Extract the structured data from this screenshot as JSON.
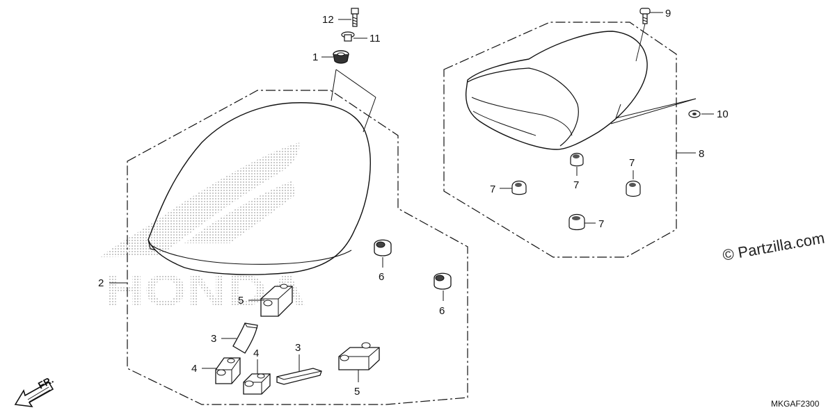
{
  "callouts": {
    "c1": "1",
    "c2": "2",
    "c3a": "3",
    "c3b": "3",
    "c4a": "4",
    "c4b": "4",
    "c5a": "5",
    "c5b": "5",
    "c6a": "6",
    "c6b": "6",
    "c7a": "7",
    "c7b": "7",
    "c7c": "7",
    "c7d": "7",
    "c8": "8",
    "c9": "9",
    "c10": "10",
    "c11": "11",
    "c12": "12"
  },
  "diagram_code": "MKGAF2300",
  "copyright": "© Partzilla.com",
  "direction_label": "FR.",
  "watermark": "HONDA",
  "colors": {
    "line": "#111111",
    "watermark": "#c8c8c8",
    "background": "#ffffff"
  }
}
